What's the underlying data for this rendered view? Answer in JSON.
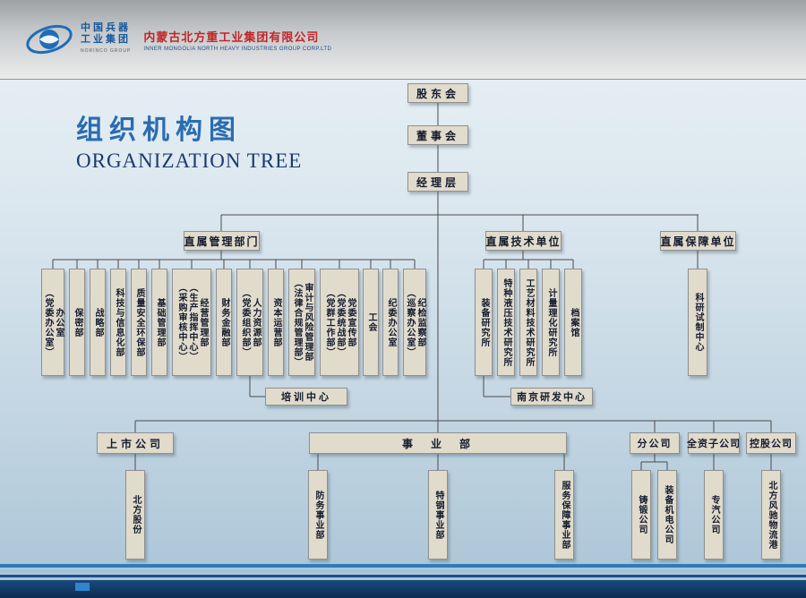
{
  "header": {
    "brand_cn_line1": "中国兵器",
    "brand_cn_line2": "工业集团",
    "brand_en": "NORINCO GROUP",
    "company_cn": "内蒙古北方重工业集团有限公司",
    "company_en": "INNER MONGOLIA NORTH HEAVY INDUSTRIES GROUP CORP.LTD"
  },
  "title": {
    "cn": "组织机构图",
    "en": "ORGANIZATION TREE"
  },
  "colors": {
    "title_blue": "#2a6cb0",
    "company_red": "#c22527",
    "box_fill": "#e1dbcc",
    "footer_navy": "#0d2c52"
  },
  "org": {
    "shareholders": "股东会",
    "board": "董事会",
    "management": "经理层",
    "branch_mgmt": "直属管理部门",
    "branch_tech": "直属技术单位",
    "branch_support": "直属保障单位",
    "mgmt_depts": [
      "办公室\n（党委办公室）",
      "保密部",
      "战略部",
      "科技与信息化部",
      "质量安全环保部",
      "基础管理部",
      "经营管理部\n（生产指挥中心）\n（采购审核中心）",
      "财务金融部",
      "人力资源部\n（党委组织部）",
      "资本运营部",
      "审计与风险管理部\n（法律合规管理部）",
      "党委宣传部\n（党委统战部）\n（党群工作部）",
      "工会",
      "纪委办公室",
      "纪检监察部\n（巡察办公室）"
    ],
    "training_center": "培训中心",
    "tech_units": [
      "装备研究所",
      "特种液压技术研究所",
      "工艺材料技术研究所",
      "计量理化研究所",
      "档案馆"
    ],
    "nanjing_center": "南京研发中心",
    "support_units": [
      "科研试制中心"
    ],
    "tier2": {
      "listed": "上市公司",
      "division": "事　业　部",
      "branch_co": "分公司",
      "wholly": "全资子公司",
      "holding": "控股公司"
    },
    "listed_children": [
      "北方股份"
    ],
    "division_children": [
      "防务事业部",
      "特钢事业部",
      "服务保障事业部"
    ],
    "branch_children": [
      "铸锻公司",
      "装备机电公司"
    ],
    "wholly_children": [
      "专汽公司"
    ],
    "holding_children": [
      "北方风驰物流港"
    ]
  }
}
